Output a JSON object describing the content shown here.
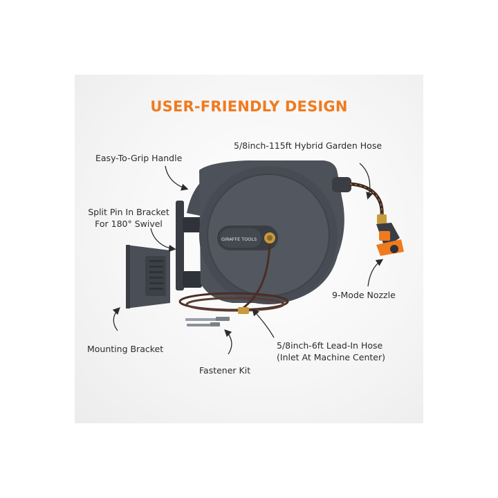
{
  "title": "USER-FRIENDLY DESIGN",
  "brand_label": "GIRAFFE TOOLS",
  "colors": {
    "accent": "#f07a1e",
    "reel_body": "#4a4e56",
    "reel_face": "#5a5f68",
    "text": "#2b2b2b"
  },
  "callouts": {
    "hybrid_hose": "5/8inch-115ft Hybrid Garden Hose",
    "handle": "Easy-To-Grip Handle",
    "split_pin_line1": "Split Pin In Bracket",
    "split_pin_line2": "For 180° Swivel",
    "nozzle": "9-Mode Nozzle",
    "mounting_bracket": "Mounting Bracket",
    "lead_in_line1": "5/8inch-6ft Lead-In Hose",
    "lead_in_line2": "(Inlet At Machine Center)",
    "fastener_kit": "Fastener Kit"
  }
}
